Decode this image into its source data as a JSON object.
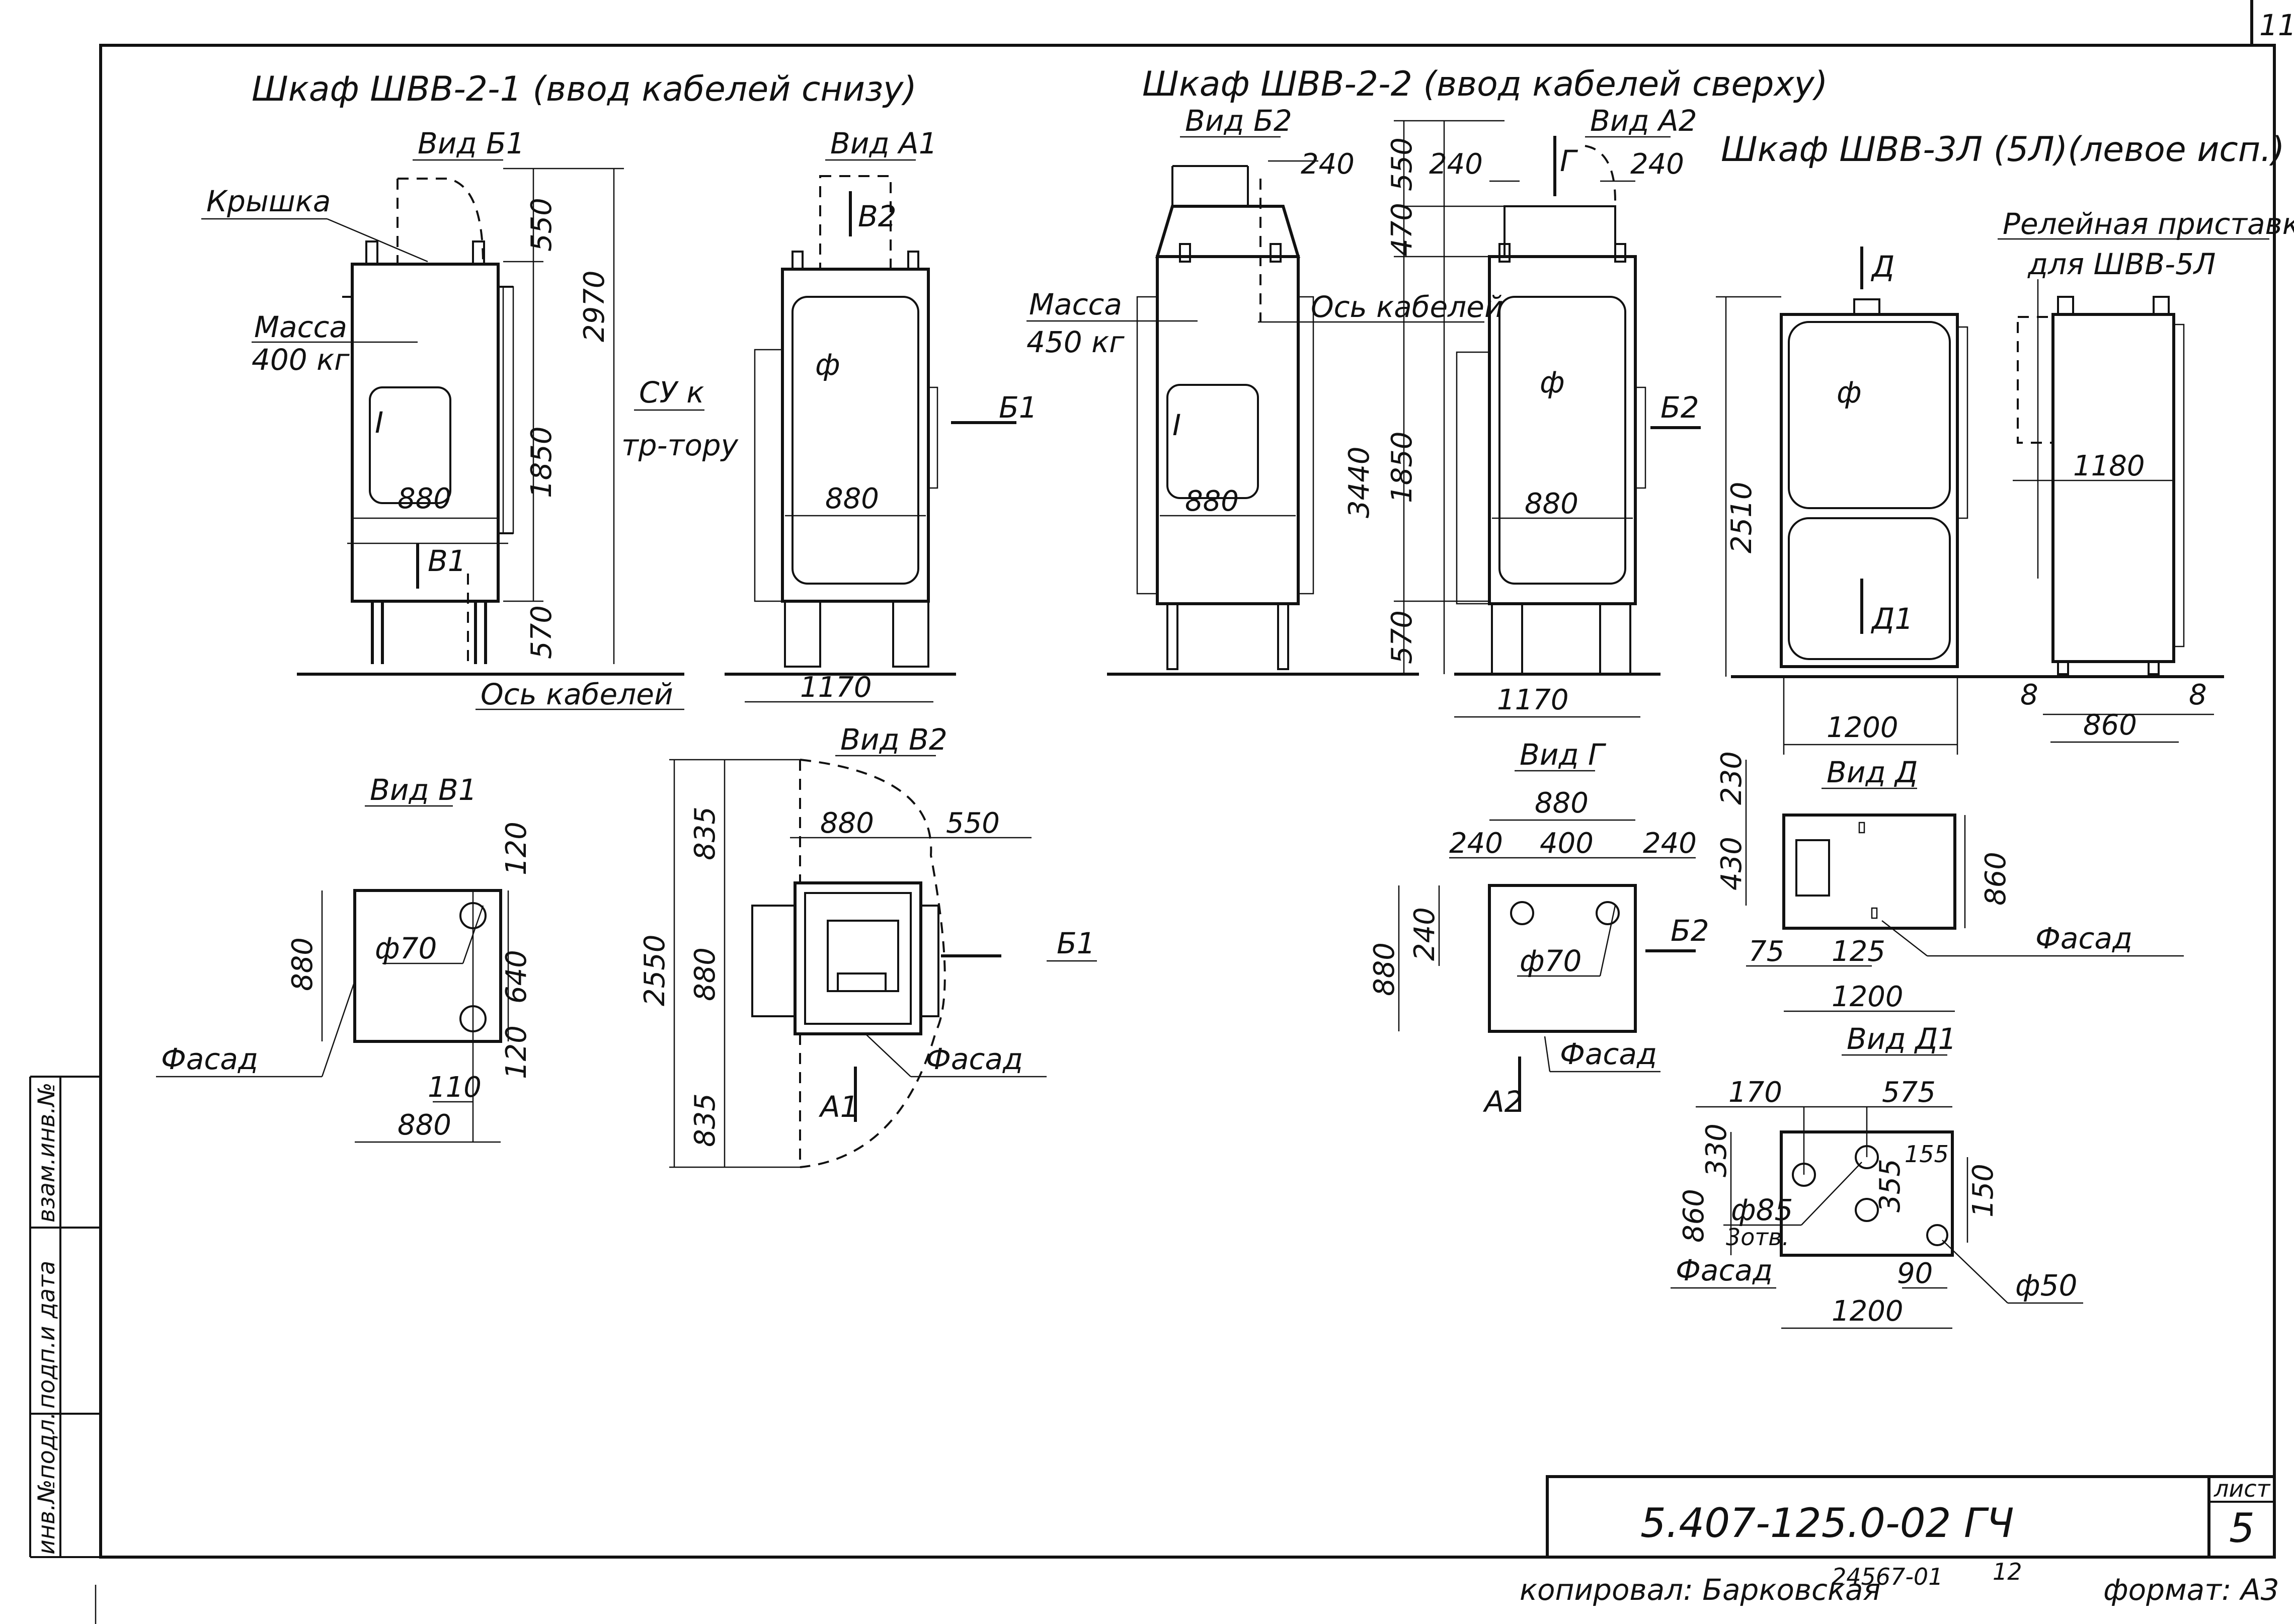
{
  "sheet": {
    "code": "5.407-125.0-02 ГЧ",
    "sheet_label": "лист",
    "sheet_number": "5",
    "corner_number": "11",
    "copied_by": "копировал: Барковская",
    "archive": "24567-01",
    "archive_no": "12",
    "format": "формат: А3",
    "side_stamp": [
      "инв.№подл.",
      "подп.и дата",
      "взам.инв.№"
    ]
  },
  "cabinets": {
    "c1_title": "Шкаф ШВВ-2-1 (ввод кабелей снизу)",
    "c2_title": "Шкаф ШВВ-2-2 (ввод кабелей сверху)",
    "c3_title": "Шкаф ШВВ-3Л (5Л)(левое исп.)",
    "relay_title_1": "Релейная приставка",
    "relay_title_2": "для ШВВ-5Л"
  },
  "views": {
    "b1": "Вид Б1",
    "a1": "Вид А1",
    "b2": "Вид Б2",
    "a2": "Вид А2",
    "v1": "Вид В1",
    "v2": "Вид В2",
    "g": "Вид Г",
    "d": "Вид Д",
    "d1": "Вид Д1"
  },
  "labels": {
    "lid": "Крышка",
    "mass1a": "Масса",
    "mass1b": "400 кг",
    "mass2a": "Масса",
    "mass2b": "450 кг",
    "su1": "СУ к",
    "su2": "тр-тору",
    "cable_axis": "Ось кабелей",
    "cable_axis2": "Ось кабелей",
    "facade": "Фасад",
    "phi": "ф",
    "holes_d": "ф85",
    "holes_n": "3отв.",
    "phi50": "ф50",
    "phi70": "ф70",
    "mark_i": "I",
    "arrow_b1": "Б1",
    "arrow_b2": "Б2",
    "arrow_v1": "В1",
    "arrow_v2": "В2",
    "arrow_a1": "А1",
    "arrow_a2": "А2",
    "arrow_g": "Г",
    "arrow_d": "Д",
    "arrow_d1": "Д1"
  },
  "dims": {
    "d550": "550",
    "d2970": "2970",
    "d1850": "1850",
    "d570": "570",
    "d880": "880",
    "d1170": "1170",
    "d240": "240",
    "d470": "470",
    "d3440": "3440",
    "d2510": "2510",
    "d1180": "1180",
    "d1200": "1200",
    "d860": "860",
    "d8": "8",
    "d120": "120",
    "d640": "640",
    "d110": "110",
    "d835": "835",
    "d2550": "2550",
    "d400": "400",
    "d230": "230",
    "d430": "430",
    "d75": "75",
    "d125": "125",
    "d170": "170",
    "d575": "575",
    "d330": "330",
    "d355": "355",
    "d155": "155",
    "d150": "150",
    "d90": "90"
  }
}
